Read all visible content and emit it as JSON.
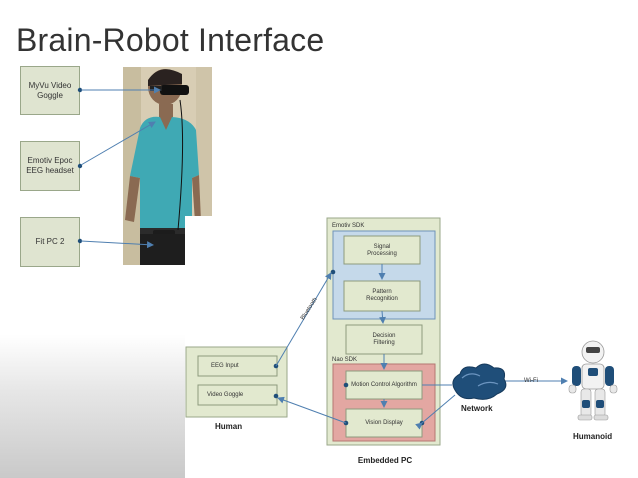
{
  "title": "Brain-Robot Interface",
  "left_boxes": [
    "MyVu Video Goggle",
    "Emotiv Epoc EEG headset",
    "Fit PC 2"
  ],
  "human": {
    "title": "Human",
    "items": [
      "EEG Input",
      "Video Goggle"
    ]
  },
  "embedded_pc": {
    "label": "Embedded PC",
    "emotiv_sdk": {
      "label": "Emotiv SDK",
      "items": [
        "Signal Processing",
        "Pattern Recognition"
      ]
    },
    "decision": "Decision Filtering",
    "nao_sdk": {
      "label": "Nao SDK",
      "items": [
        "Motion Control Algorithm",
        "Vision Display"
      ]
    }
  },
  "bluetooth_label": "Bluetooth",
  "network_label": "Network",
  "wifi_label": "Wi-Fi",
  "humanoid_label": "Humanoid",
  "colors": {
    "shirt": "#3fa9b4",
    "emotiv_panel": "#c5d9ea",
    "nao_panel": "#e3a7a2",
    "box_fill": "#e2e9cf",
    "arrow": "#4f7fb0",
    "cloud": "#1f4e79"
  }
}
